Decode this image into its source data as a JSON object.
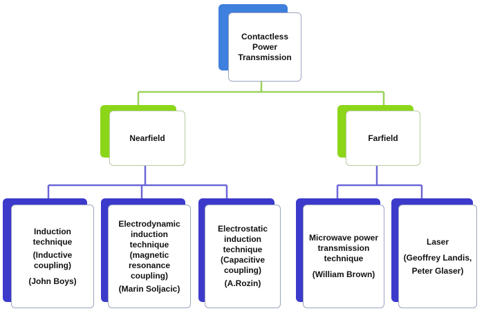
{
  "colors": {
    "root_accent": "#3f7fdd",
    "field_accent": "#8cd61a",
    "leaf_accent": "#3c3acb",
    "line_top": "#9bd35a",
    "line_bottom": "#6b66d8",
    "card_border": "#9aa4bc"
  },
  "root": {
    "lines": [
      "Contactless",
      "Power",
      "Transmission"
    ]
  },
  "nearfield": {
    "label": "Nearfield"
  },
  "farfield": {
    "label": "Farfield"
  },
  "leaves": {
    "induction": {
      "lines": [
        "Induction",
        "technique"
      ],
      "sub": [
        "(Inductive",
        "coupling)"
      ],
      "credit": "(John Boys)"
    },
    "electrodynamic": {
      "lines": [
        "Electrodynamic",
        "induction",
        "technique",
        "(magnetic",
        "resonance",
        "coupling)"
      ],
      "credit": "(Marin Soljacic)"
    },
    "electrostatic": {
      "lines": [
        "Electrostatic",
        "induction",
        "technique",
        "(Capacitive",
        "coupling)"
      ],
      "credit": "(A.Rozin)"
    },
    "microwave": {
      "lines": [
        "Microwave power",
        "transmission",
        "technique"
      ],
      "credit": "(William Brown)"
    },
    "laser": {
      "lines": [
        "Laser"
      ],
      "sub": [
        "(Geoffrey Landis,",
        "Peter Glaser)"
      ]
    }
  }
}
